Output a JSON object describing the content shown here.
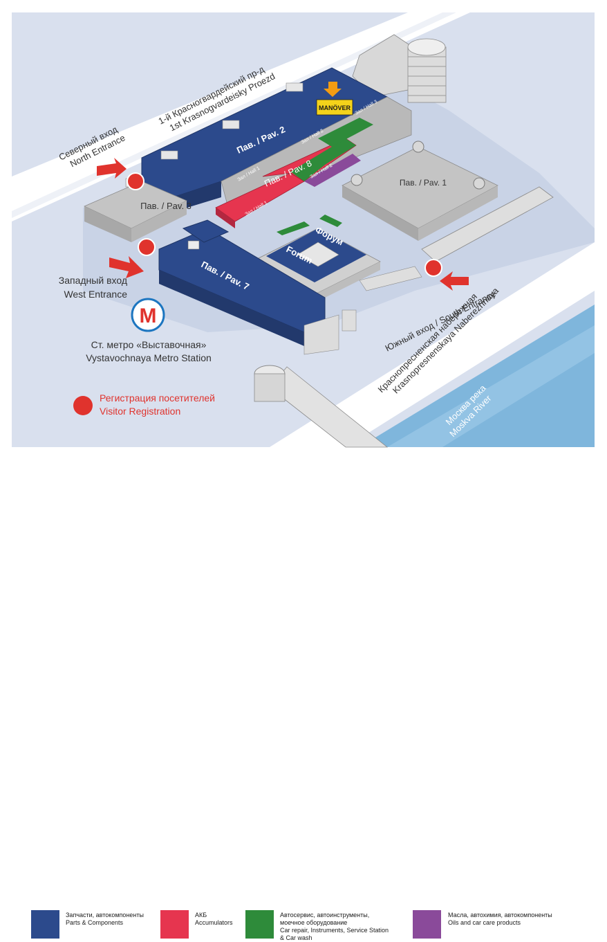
{
  "streets": {
    "north_road": [
      "1-й Красногвардейский пр-д",
      "1st Krasnogvardeisky Proezd"
    ],
    "embankment": [
      "Краснопресненская набережная",
      "Krasnopresnenskaya Naberezhnaya"
    ],
    "river": [
      "Москва река",
      "Moskva River"
    ]
  },
  "entrances": {
    "north": [
      "Северный вход",
      "North Entrance"
    ],
    "west": [
      "Западный вход",
      "West Entrance"
    ],
    "south": "Южный вход / South Entrance"
  },
  "pavilions": {
    "pav1": "Пав. / Pav. 1",
    "pav2": "Пав. / Pav. 2",
    "pav3": "Пав. / Pav. 3",
    "pav7": "Пав. / Pav. 7",
    "pav8": "Пав. / Pav. 8",
    "forum_ru": "Форум",
    "forum_en": "Forum"
  },
  "halls": {
    "pav2_hall1": "Зал / Hall 1",
    "pav2_hall2": "Зал / Hall 2",
    "pav2_hall3": "Зал / Hall 3",
    "pav8_hall1": "Зал / Hall 1",
    "pav8_hall2": "Зал / Hall 2"
  },
  "booth_logo": "MANÖVER",
  "metro": {
    "logo_letter": "М",
    "lines": [
      "Ст. метро «Выставочная»",
      "Vystavochnaya Metro Station"
    ]
  },
  "registration": {
    "lines": [
      "Регистрация посетителей",
      "Visitor Registration"
    ]
  },
  "legend": [
    {
      "color": "#2c4a8c",
      "lines": [
        "Запчасти, автокомпоненты",
        "Parts & Components"
      ]
    },
    {
      "color": "#e6354f",
      "lines": [
        "АКБ",
        "Accumulators"
      ]
    },
    {
      "color": "#2e8b3a",
      "lines": [
        "Автосервис, автоинструменты,",
        "моечное оборудование",
        "Car repair, Instruments, Service Station",
        "& Car wash"
      ]
    },
    {
      "color": "#8a4a9a",
      "lines": [
        "Масла, автохимия, автокомпоненты",
        "Oils and car care products"
      ]
    }
  ],
  "colors": {
    "background": "#d9e0ee",
    "roads": "#ffffff",
    "river": "#7fb6dc",
    "parts": "#2c4a8c",
    "accumulators": "#e6354f",
    "car_repair": "#2e8b3a",
    "oils": "#8a4a9a",
    "buildings_gray": "#c4c4c4",
    "entrance_marker": "#e0332d"
  }
}
